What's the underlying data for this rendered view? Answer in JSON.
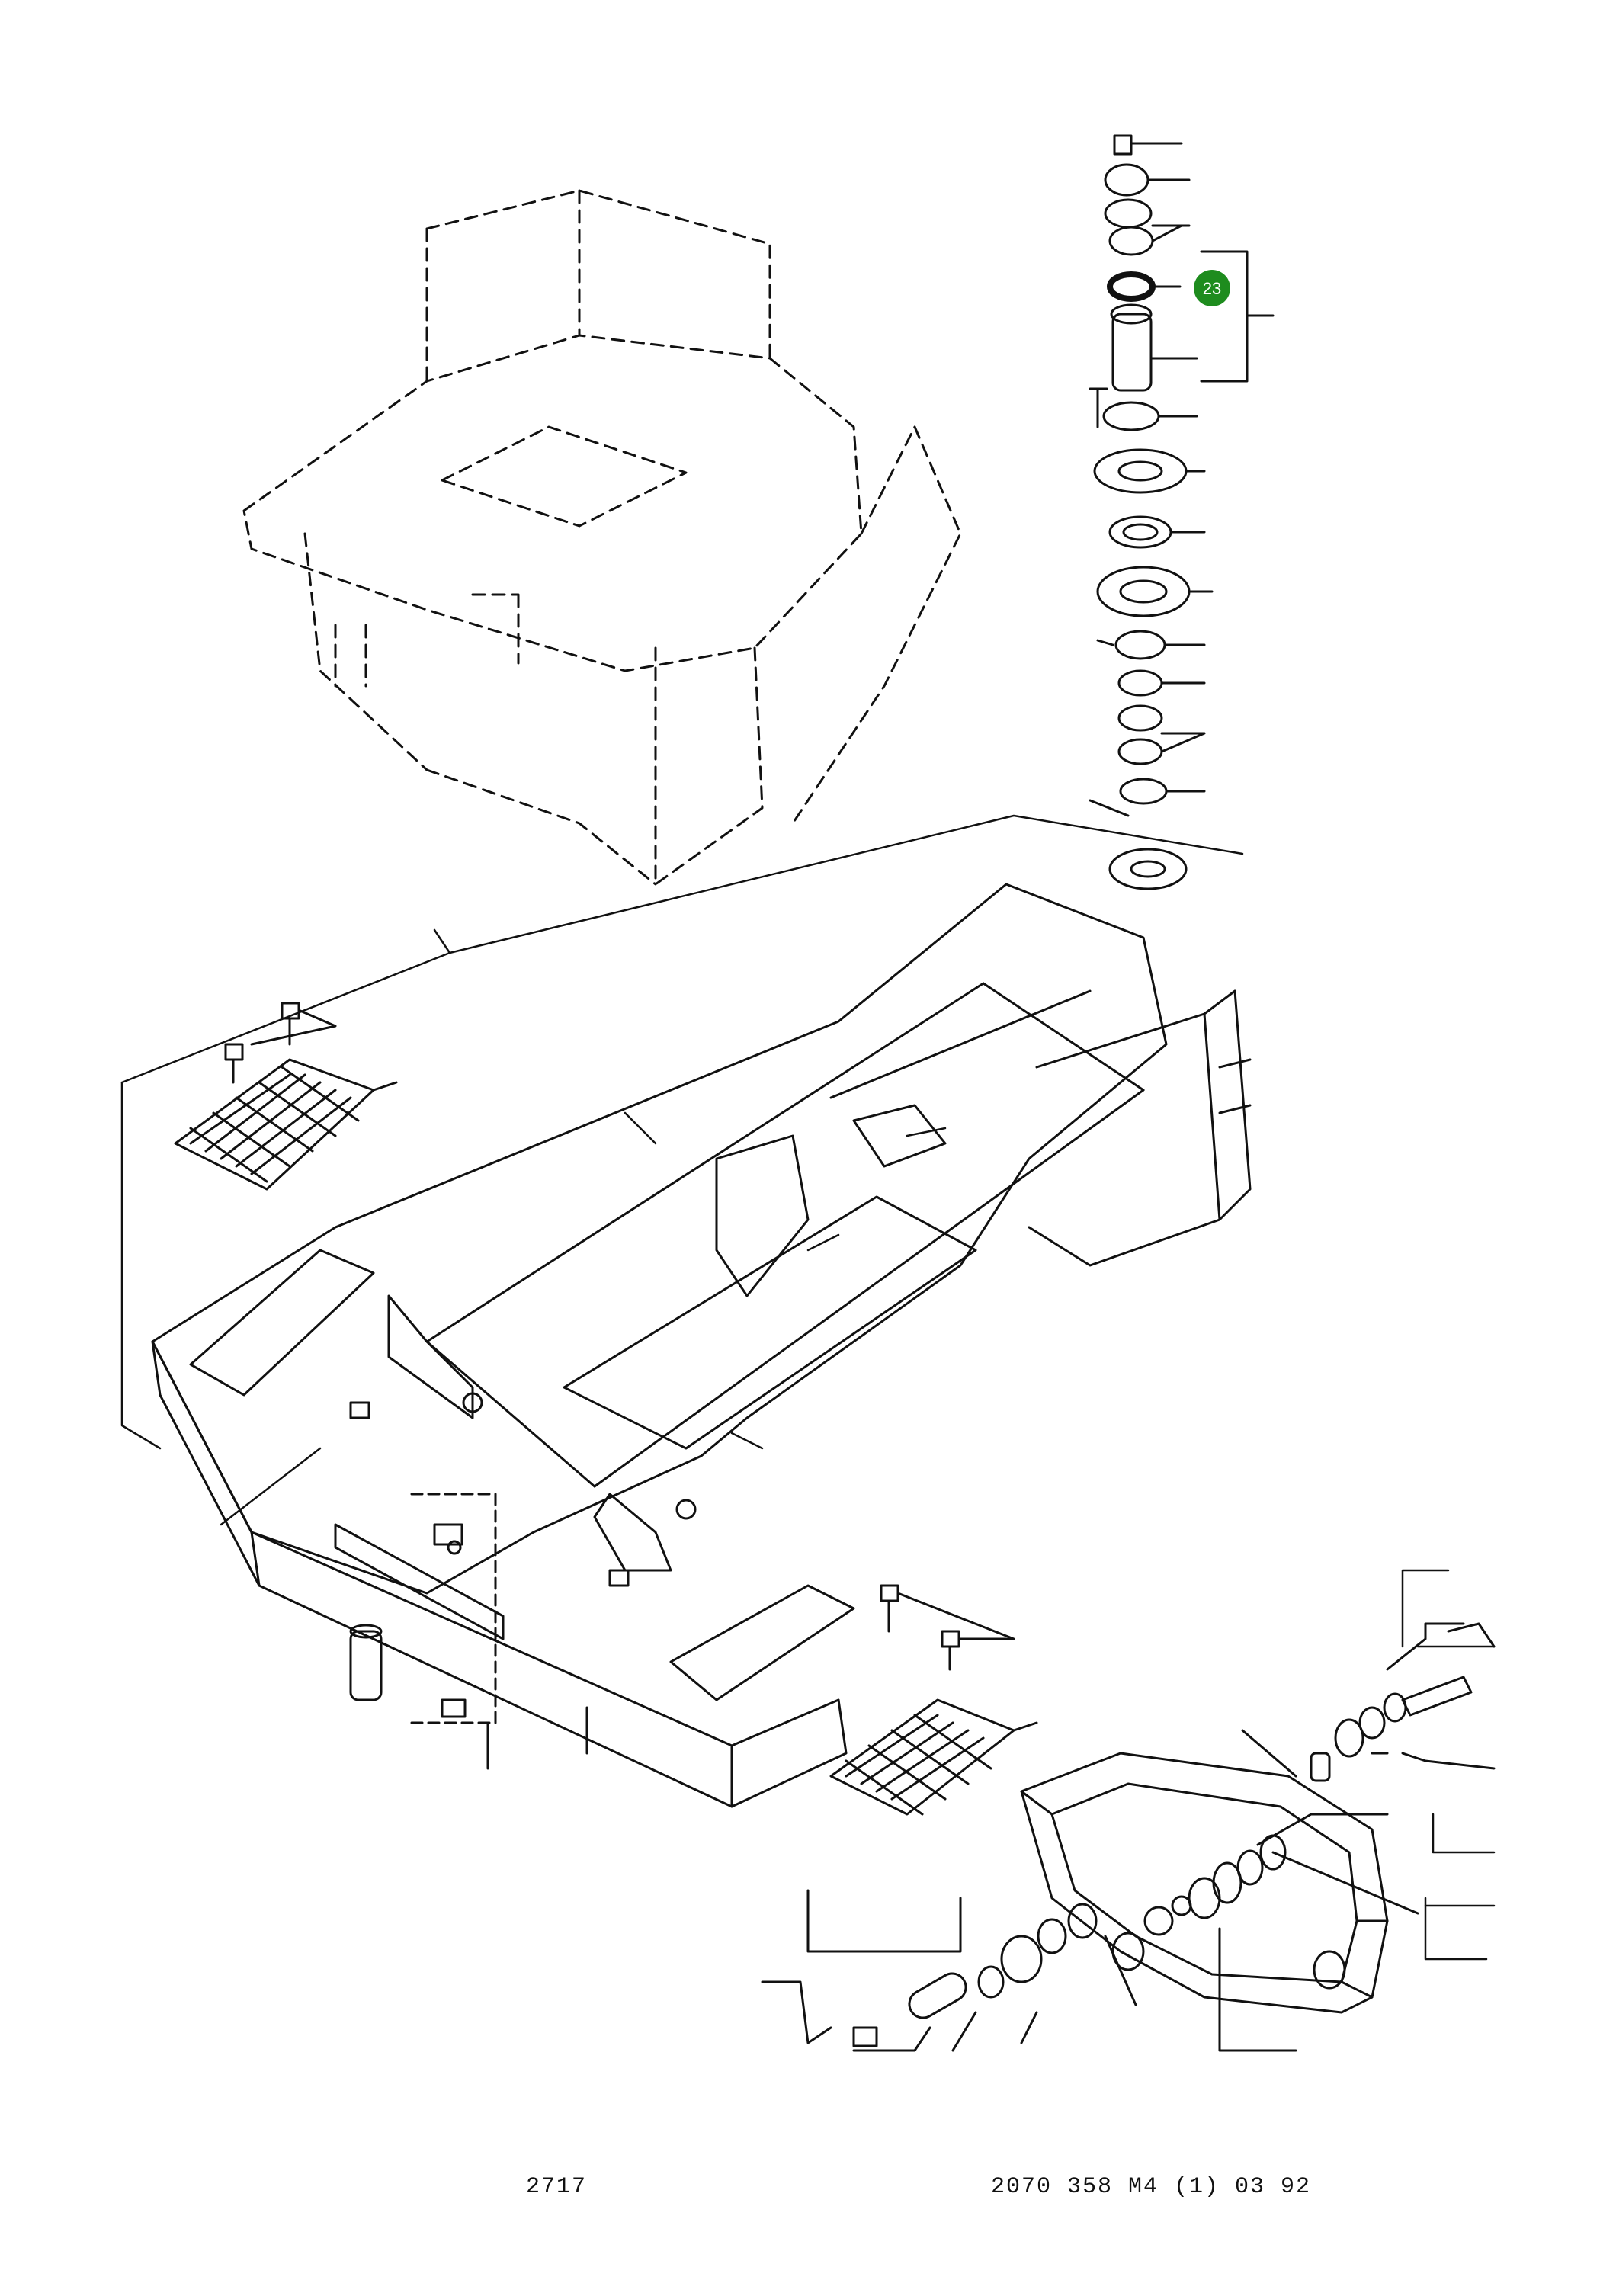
{
  "diagram": {
    "type": "exploded parts diagram",
    "callout": {
      "label": "23",
      "color": "#1e8c1e"
    },
    "footer": {
      "left_code": "2717",
      "right_code": "2070 358 M4 (1) 03 92"
    },
    "colors": {
      "ink": "#111111",
      "background": "#ffffff"
    }
  }
}
